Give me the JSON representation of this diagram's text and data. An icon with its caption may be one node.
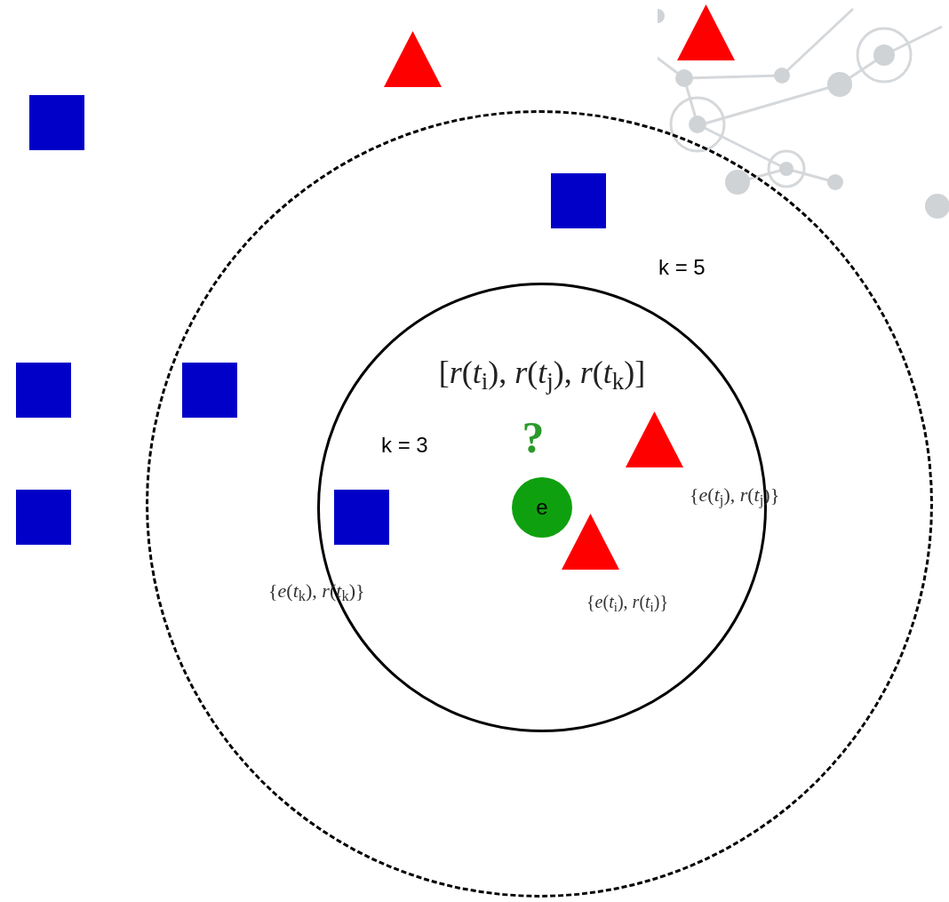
{
  "diagram": {
    "nodes": [
      {
        "text": [
          "k = 5"
        ]
      },
      {
        "text": [
          "k = 3"
        ],
        "in": 0
      },
      {
        "text": [
          "e"
        ],
        "in": 1
      }
    ],
    "labels": [
      "[*r*(*t*$_{i}$), *r*(*t*$_{j}$), *r*(*t*$_{k}$)]",
      "?",
      "{*e*(*t*$_{j}$), *r*(*t*$_{j}$)}",
      "{*e*(*t*$_{k}$), *r*(*t*$_{k}$)}",
      "{*e*(*t*$_{i}$), *r*(*t*$_{i}$)}"
    ]
  }
}
